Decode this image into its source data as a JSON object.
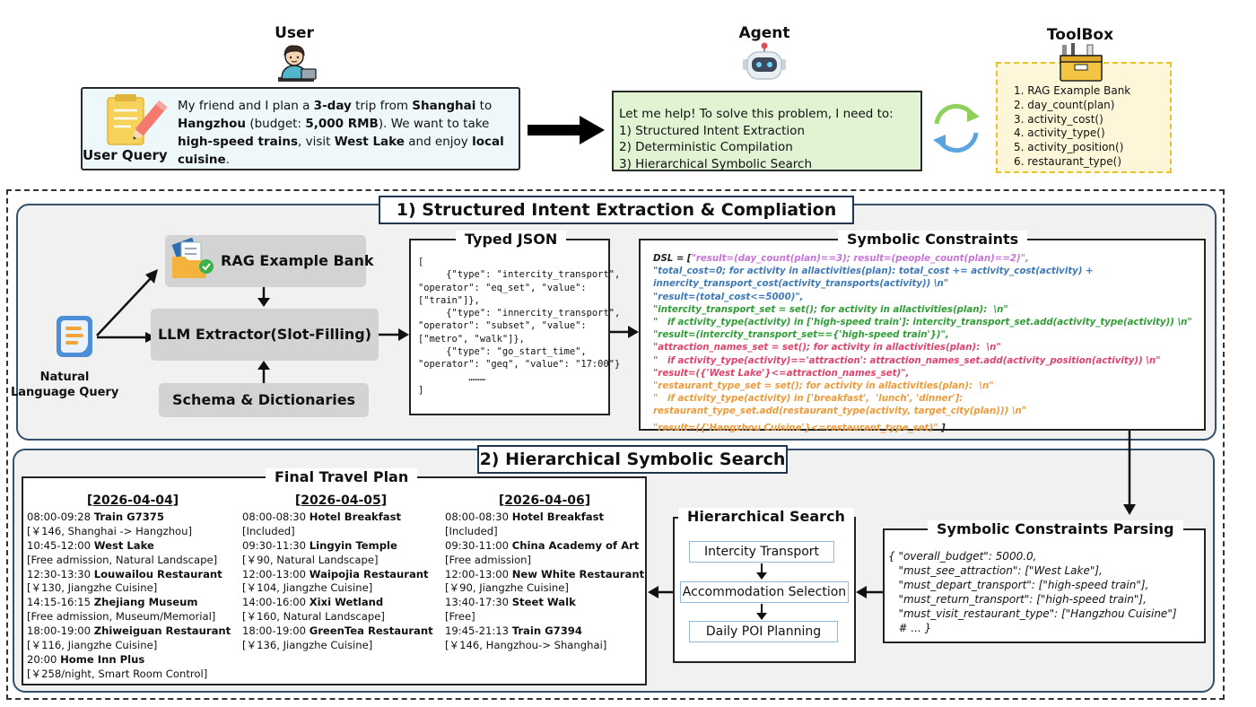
{
  "header": {
    "user_label": "User",
    "agent_label": "Agent",
    "toolbox_label": "ToolBox"
  },
  "query": {
    "label": "User Query",
    "parts": [
      {
        "t": "My friend and I plan a ",
        "b": false
      },
      {
        "t": "3-day",
        "b": true
      },
      {
        "t": " trip from ",
        "b": false
      },
      {
        "t": "Shanghai",
        "b": true
      },
      {
        "t": " to ",
        "b": false
      },
      {
        "t": "Hangzhou",
        "b": true
      },
      {
        "t": " (budget: ",
        "b": false
      },
      {
        "t": "5,000 RMB",
        "b": true
      },
      {
        "t": ").  We want to take ",
        "b": false
      },
      {
        "t": "high-speed trains",
        "b": true
      },
      {
        "t": ", visit ",
        "b": false
      },
      {
        "t": "West Lake",
        "b": true
      },
      {
        "t": " and enjoy ",
        "b": false
      },
      {
        "t": "local cuisine",
        "b": true
      },
      {
        "t": ".",
        "b": false
      }
    ]
  },
  "agent": {
    "lines": [
      "Let me help! To solve this problem, I need to:",
      "1) Structured Intent Extraction",
      "2) Deterministic Compilation",
      "3) Hierarchical Symbolic Search"
    ]
  },
  "toolbox": {
    "items": [
      "1. RAG Example Bank",
      "2. day_count(plan)",
      "3. activity_cost()",
      "4. activity_type()",
      "5. activity_position()",
      "6. restaurant_type()"
    ]
  },
  "section1": {
    "title": "1) Structured Intent Extraction & Compliation",
    "natural_query": "Natural\nLanguage Query",
    "rag": "RAG Example Bank",
    "llm": "LLM Extractor(Slot-Filling)",
    "schema": "Schema & Dictionaries",
    "typed_json_title": "Typed JSON",
    "typed_json": "[\n     {\"type\": \"intercity_transport\",\n\"operator\": \"eq_set\", \"value\":\n[\"train\"]},\n     {\"type\": \"innercity_transport\",\n\"operator\": \"subset\", \"value\":\n[\"metro\", \"walk\"]},\n     {\"type\": \"go_start_time\",\n\"operator\": \"geq\", \"value\": \"17:00\"}\n         ………\n]",
    "symbolic_title": "Symbolic Constraints",
    "dsl_lines": [
      {
        "text": "DSL = [",
        "color": "#222222"
      },
      {
        "text": "\"result=(day_count(plan)==3); result=(people_count(plan)==2)\",",
        "color": "#c774d9"
      },
      {
        "text": "\"total_cost=0; for activity in allactivities(plan): total_cost += activity_cost(activity) +",
        "color": "#3e79b8"
      },
      {
        "text": "innercity_transport_cost(activity_transports(activity)) \\n\"",
        "color": "#3e79b8"
      },
      {
        "text": "\"result=(total_cost<=5000)\",",
        "color": "#3e79b8"
      },
      {
        "text": "\"intercity_transport_set = set(); for activity in allactivities(plan):  \\n\"",
        "color": "#2f9e37"
      },
      {
        "text": "\"   if activity_type(activity) in ['high-speed train']: intercity_transport_set.add(activity_type(activity)) \\n\"",
        "color": "#2f9e37"
      },
      {
        "text": "\"result=(intercity_transport_set=={'high-speed train'})\",",
        "color": "#2f9e37"
      },
      {
        "text": "\"attraction_names_set = set(); for activity in allactivities(plan):  \\n\"",
        "color": "#e0436a"
      },
      {
        "text": "\"   if activity_type(activity)=='attraction': attraction_names_set.add(activity_position(activity)) \\n\"",
        "color": "#e0436a"
      },
      {
        "text": "\"result=({'West Lake'}<=attraction_names_set)\",",
        "color": "#e0436a"
      },
      {
        "text": "\"restaurant_type_set = set(); for activity in allactivities(plan):  \\n\"",
        "color": "#ee9a3a"
      },
      {
        "text": "\"   if activity_type(activity) in ['breakfast',  'lunch', 'dinner']:",
        "color": "#ee9a3a"
      },
      {
        "text": "restaurant_type_set.add(restaurant_type(activity, target_city(plan))) \\n\"",
        "color": "#ee9a3a"
      },
      {
        "text": "\"result=({'Hangzhou Cuisine'}<=restaurant_type_set)\"",
        "color": "#ee9a3a"
      }
    ],
    "dsl_close": " ]"
  },
  "section2": {
    "title": "2) Hierarchical Symbolic Search",
    "plan_title": "Final Travel Plan",
    "days": [
      {
        "date": "[2026-04-04]",
        "lines": [
          {
            "a": "08:00-09:28 ",
            "b": "Train G7375"
          },
          {
            "a": "[￥146, Shanghai -> Hangzhou]",
            "b": ""
          },
          {
            "a": "10:45-12:00 ",
            "b": "West Lake"
          },
          {
            "a": "[Free admission, Natural Landscape]",
            "b": ""
          },
          {
            "a": "12:30-13:30 ",
            "b": "Louwailou Restaurant"
          },
          {
            "a": "[￥130, Jiangzhe Cuisine]",
            "b": ""
          },
          {
            "a": "14:15-16:15 ",
            "b": "Zhejiang Museum"
          },
          {
            "a": "[Free admission, Museum/Memorial]",
            "b": ""
          },
          {
            "a": "18:00-19:00 ",
            "b": "Zhiweiguan Restaurant"
          },
          {
            "a": "[￥116, Jiangzhe Cuisine]",
            "b": ""
          },
          {
            "a": "20:00 ",
            "b": "Home Inn Plus"
          },
          {
            "a": "[￥258/night, Smart Room Control]",
            "b": ""
          }
        ]
      },
      {
        "date": "[2026-04-05]",
        "lines": [
          {
            "a": "08:00-08:30 ",
            "b": "Hotel Breakfast"
          },
          {
            "a": "[Included]",
            "b": ""
          },
          {
            "a": "09:30-11:30 ",
            "b": "Lingyin Temple"
          },
          {
            "a": "[￥90, Natural Landscape]",
            "b": ""
          },
          {
            "a": "12:00-13:00 ",
            "b": "Waipojia Restaurant"
          },
          {
            "a": "[￥104, Jiangzhe Cuisine]",
            "b": ""
          },
          {
            "a": "14:00-16:00 ",
            "b": "Xixi Wetland"
          },
          {
            "a": "[￥160, Natural Landscape]",
            "b": ""
          },
          {
            "a": "18:00-19:00 ",
            "b": "GreenTea Restaurant"
          },
          {
            "a": "[￥136, Jiangzhe Cuisine]",
            "b": ""
          }
        ]
      },
      {
        "date": "[2026-04-06]",
        "lines": [
          {
            "a": "08:00-08:30 ",
            "b": "Hotel Breakfast"
          },
          {
            "a": "[Included]",
            "b": ""
          },
          {
            "a": "09:30-11:00 ",
            "b": "China Academy of Art"
          },
          {
            "a": "[Free admission]",
            "b": ""
          },
          {
            "a": "12:00-13:00 ",
            "b": "New White Restaurant"
          },
          {
            "a": "[￥90, Jiangzhe Cuisine]",
            "b": ""
          },
          {
            "a": "13:40-17:30 ",
            "b": "Steet Walk"
          },
          {
            "a": "[Free]",
            "b": ""
          },
          {
            "a": "19:45-21:13 ",
            "b": "Train G7394"
          },
          {
            "a": "[￥146, Hangzhou-> Shanghai]",
            "b": ""
          }
        ]
      }
    ],
    "hs_title": "Hierarchical Search",
    "hs_steps": [
      "Intercity Transport",
      "Accommodation Selection",
      "Daily POI Planning"
    ],
    "parse_title": "Symbolic Constraints Parsing",
    "parse_text": "{ \"overall_budget\": 5000.0,\n   \"must_see_attraction\": [\"West Lake\"],\n   \"must_depart_transport\": [\"high-speed train\"],\n   \"must_return_transport\": [\"high-speed train\"],\n   \"must_visit_restaurant_type\": [\"Hangzhou Cuisine\"]\n   # ... }"
  }
}
